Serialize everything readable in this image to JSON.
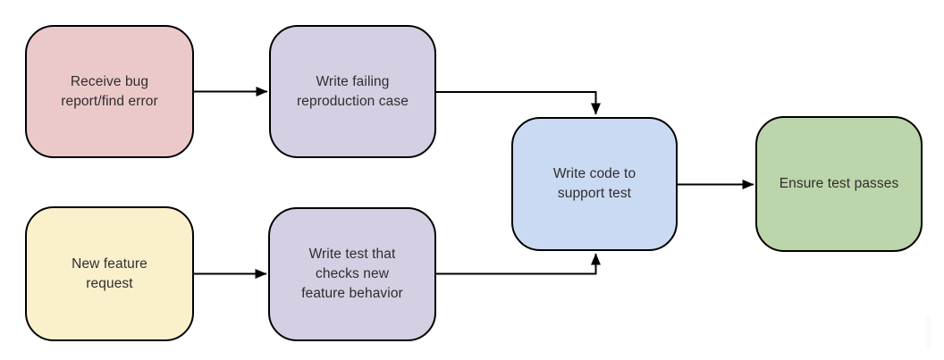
{
  "diagram": {
    "type": "flowchart",
    "background": "#ffffff"
  },
  "nodes": [
    {
      "id": "receive-bug-report",
      "label": "Receive bug\nreport/find error",
      "fill": "#ecc9c9"
    },
    {
      "id": "write-failing-repro-case",
      "label": "Write failing\nreproduction case",
      "fill": "#d5cfe3"
    },
    {
      "id": "new-feature-request",
      "label": "New feature\nrequest",
      "fill": "#faf0cc"
    },
    {
      "id": "write-test-new-behavior",
      "label": "Write test that\nchecks new\nfeature behavior",
      "fill": "#d5cfe3"
    },
    {
      "id": "write-code-support-test",
      "label": "Write code to\nsupport test",
      "fill": "#cbdaf3"
    },
    {
      "id": "ensure-test-passes",
      "label": "Ensure test passes",
      "fill": "#bcd5aa"
    }
  ],
  "edges": [
    {
      "from": "receive-bug-report",
      "to": "write-failing-repro-case"
    },
    {
      "from": "write-failing-repro-case",
      "to": "write-code-support-test"
    },
    {
      "from": "new-feature-request",
      "to": "write-test-new-behavior"
    },
    {
      "from": "write-test-new-behavior",
      "to": "write-code-support-test"
    },
    {
      "from": "write-code-support-test",
      "to": "ensure-test-passes"
    }
  ],
  "colors": {
    "border": "#000000",
    "arrow": "#000000",
    "text": "#2e2e2e",
    "background": "#ffffff"
  }
}
